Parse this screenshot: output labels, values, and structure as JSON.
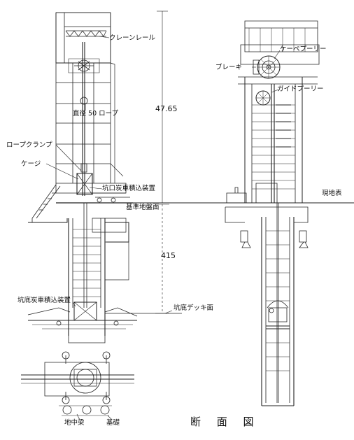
{
  "labels": {
    "crane_rail": "クレーンレール",
    "rope_diameter": "直径 50 ロープ",
    "rope_clamp": "ロープクランプ",
    "cage": "ケージ",
    "pithead_loader": "坑口炭車積込装置",
    "base_ground_level": "基準地盤面",
    "pit_bottom_loader": "坑底炭車積込装置",
    "pit_bottom_deck": "坑底デッキ面",
    "ground_beam": "地中梁",
    "foundation": "基礎",
    "keepe_pulley": "ケーペプーリー",
    "brake": "ブレーキ",
    "guide_pulley": "ガイドプーリー",
    "ground_surface": "現地表"
  },
  "dimensions": {
    "tower_height": "47.65",
    "shaft_depth": "415"
  },
  "caption": "断 面 図"
}
